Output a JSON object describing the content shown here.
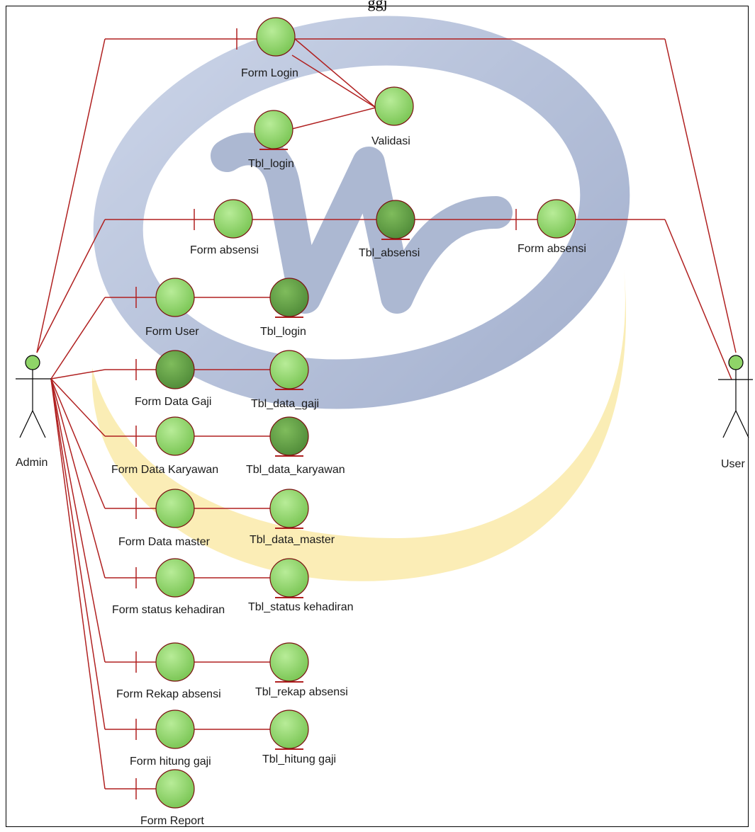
{
  "header_text": "ggj",
  "actors": {
    "admin": "Admin",
    "user": "User"
  },
  "nodes": {
    "form_login": "Form Login",
    "tbl_login_top": "Tbl_login",
    "validasi": "Validasi",
    "form_absensi_admin": "Form absensi",
    "tbl_absensi": "Tbl_absensi",
    "form_absensi_user": "Form absensi",
    "form_user": "Form User",
    "tbl_login": "Tbl_login",
    "form_data_gaji": "Form Data Gaji",
    "tbl_data_gaji": "Tbl_data_gaji",
    "form_data_karyawan": "Form Data Karyawan",
    "tbl_data_karyawan": "Tbl_data_karyawan",
    "form_data_master": "Form Data master",
    "tbl_data_master": "Tbl_data_master",
    "form_status_kehadiran": "Form status kehadiran",
    "tbl_status_kehadiran": "Tbl_status kehadiran",
    "form_rekap_absensi": "Form Rekap absensi",
    "tbl_rekap_absensi": "Tbl_rekap absensi",
    "form_hitung_gaji": "Form hitung gaji",
    "tbl_hitung_gaji": "Tbl_hitung gaji",
    "form_report": "Form Report"
  },
  "colors": {
    "line": "#b02020",
    "node_fill": "#8fd468",
    "node_fill_dark": "#5e9e42",
    "node_stroke": "#7a1010",
    "watermark_blue": "#6f86b8",
    "watermark_yellow": "#f7e08a"
  }
}
